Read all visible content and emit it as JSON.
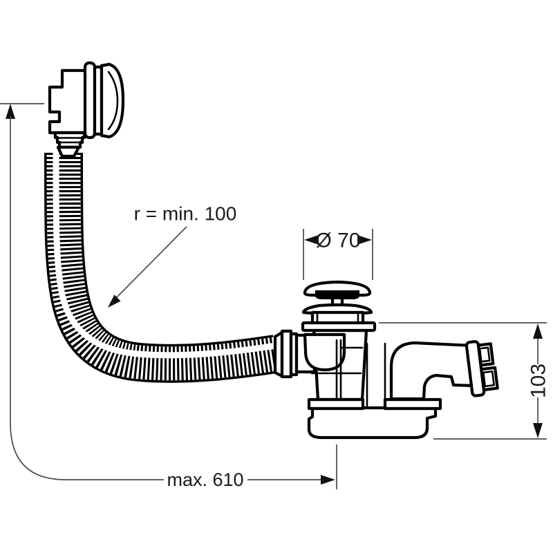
{
  "annotations": {
    "hose_bend_radius": "r = min. 100",
    "plug_diameter": "Ø 70",
    "outlet_height": "103",
    "max_hose_length": "max. 610"
  },
  "colors": {
    "ink": "#000000",
    "dimension_line": "#4a4a4a",
    "text": "#1a1a1a",
    "background": "#ffffff"
  }
}
